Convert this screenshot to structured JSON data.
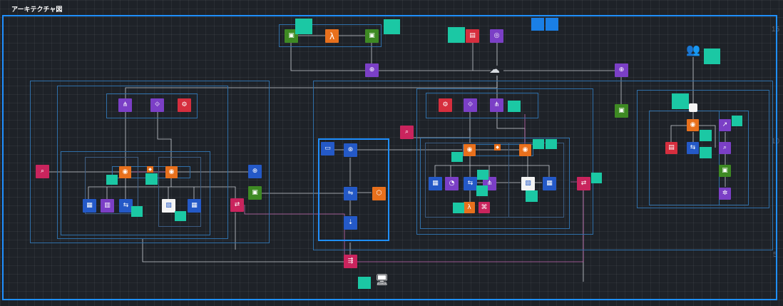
{
  "title": "アーキテクチャ図",
  "ruler": {
    "r15": "15",
    "r10": "10",
    "r5": "5"
  },
  "icons": {
    "lambda": "λ",
    "cloud": "☁",
    "user": "👥",
    "monitor": "🖥"
  },
  "colors": {
    "frame": "#1f8fff",
    "region_border": "#2f6fa8",
    "line": "#c9cdd3",
    "highlight_line": "#c46ab0",
    "note": "#1bc8a4"
  }
}
